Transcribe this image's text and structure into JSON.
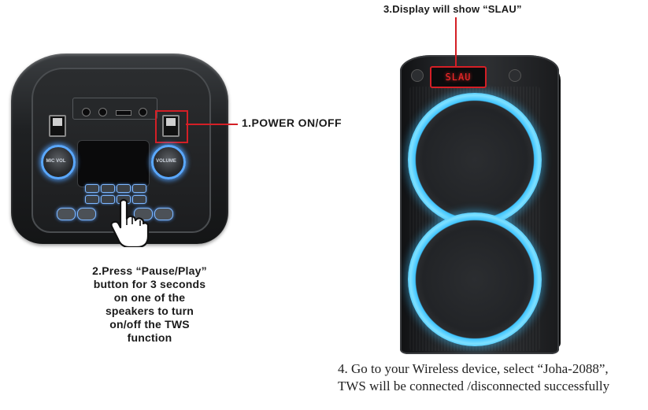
{
  "steps": {
    "step1": "1.POWER ON/OFF",
    "step2_lines": [
      "2.Press “Pause/Play”",
      "button for 3 seconds",
      "on one of the",
      "speakers to turn",
      "on/off the TWS",
      "function"
    ],
    "step3": "3.Display will show “SLAU”",
    "step4_lines": [
      "4. Go to your Wireless device, select “Joha-2088”,",
      "TWS will be connected /disconnected successfully"
    ]
  },
  "speaker": {
    "display_text": "SLAU",
    "ring_color": "#3fc4ff"
  },
  "panel": {
    "knob_left_label": "MIC VOL",
    "knob_right_label": "VOLUME"
  },
  "colors": {
    "callout": "#d41f26",
    "text": "#1a1a1a",
    "button_glow": "#5aa8ff"
  }
}
